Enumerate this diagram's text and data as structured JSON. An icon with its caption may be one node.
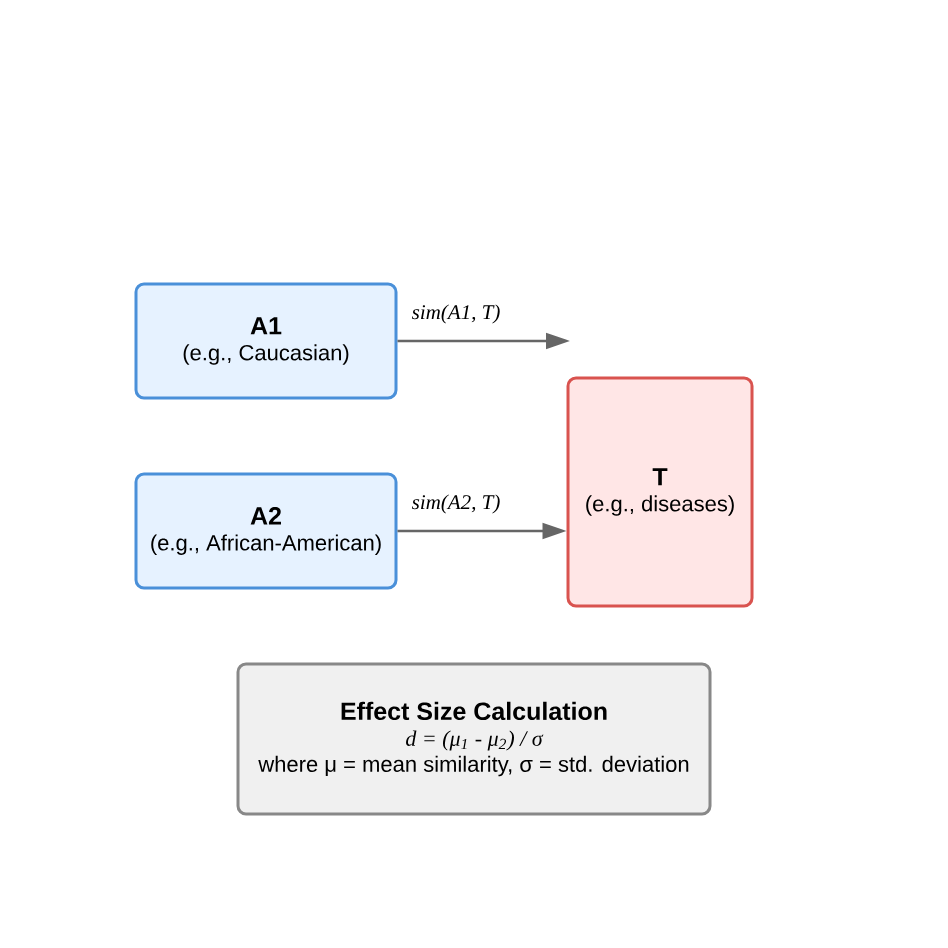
{
  "diagram": {
    "nodes": [
      {
        "text": [
          "A1",
          "(e.g., Caucasian)"
        ]
      },
      {
        "text": [
          "A2",
          "(e.g., African-American)"
        ]
      },
      {
        "text": [
          "T",
          "(e.g., diseases)"
        ]
      },
      {
        "text": [
          "Effect Size Calculation",
          "d = (μ$_{1}$ - μ$_{2}$) / σ",
          "where μ = mean similarity, σ = std. deviation"
        ]
      }
    ],
    "edges": [
      {
        "from": 0,
        "to": null,
        "arrow": "to",
        "label": "sim(A1, T)"
      },
      {
        "from": 1,
        "to": 2,
        "arrow": "to",
        "label": "sim(A2, T)"
      }
    ]
  }
}
